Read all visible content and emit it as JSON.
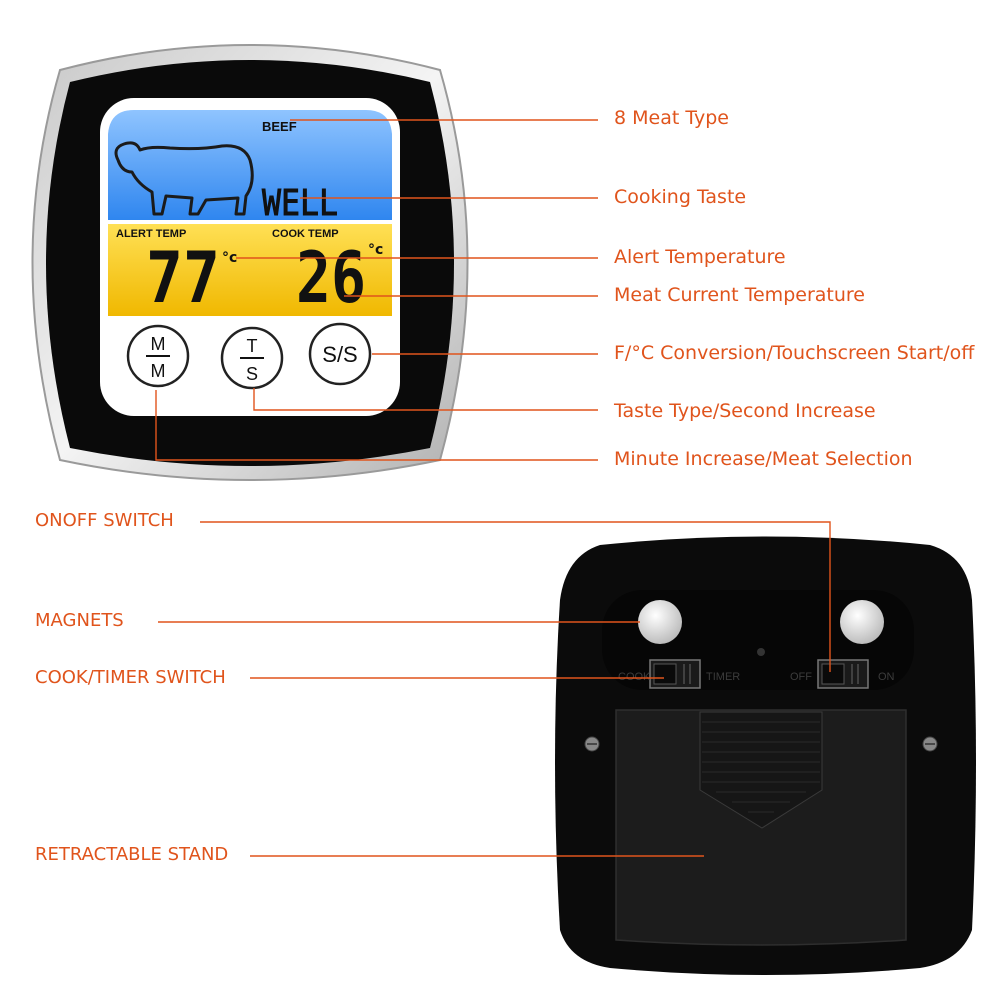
{
  "front_display": {
    "meat": "BEEF",
    "taste": "WELL",
    "alert_label": "ALERT TEMP",
    "cook_label": "COOK TEMP",
    "alert_value": "77",
    "cook_value": "26",
    "unit": "°c"
  },
  "buttons": {
    "mm_top": "M",
    "mm_bottom": "M",
    "ts_top": "T",
    "ts_bottom": "S",
    "ss": "S/S"
  },
  "back_panel": {
    "cook": "COOK",
    "timer": "TIMER",
    "off": "OFF",
    "on": "ON"
  },
  "front_callouts": [
    "8 Meat Type",
    "Cooking Taste",
    "Alert Temperature",
    "Meat Current Temperature",
    "F/°C Conversion/Touchscreen Start/off",
    "Taste Type/Second Increase",
    "Minute Increase/Meat Selection"
  ],
  "back_callouts": [
    "ONOFF SWITCH",
    "MAGNETS",
    "COOK/TIMER SWITCH",
    "RETRACTABLE STAND"
  ],
  "colors": {
    "callout": "#e0541c",
    "body": "#0a0a0a",
    "lcd_blue": "#3c8ff0",
    "lcd_yellow": "#f3c300"
  }
}
